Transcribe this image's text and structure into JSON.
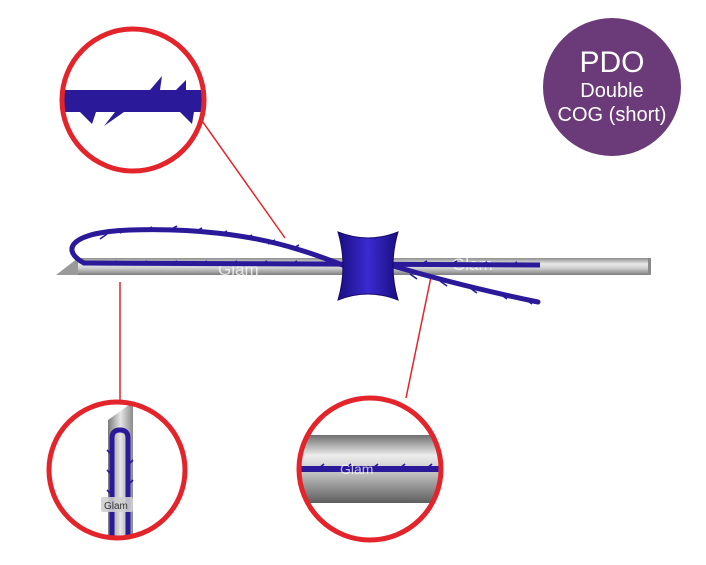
{
  "badge": {
    "line1": "PDO",
    "line2": "Double",
    "line3": "COG (short)",
    "color": "#6b3a78"
  },
  "watermarks": {
    "needle_left": "Glam",
    "needle_right": "Glam",
    "zoom_tip": "Glam",
    "zoom_cannula": "Glam"
  },
  "colors": {
    "thread": "#2a1a9a",
    "callout_ring": "#e3242b",
    "hub": "#2a1ab0",
    "needle": "#b8b8b8"
  }
}
